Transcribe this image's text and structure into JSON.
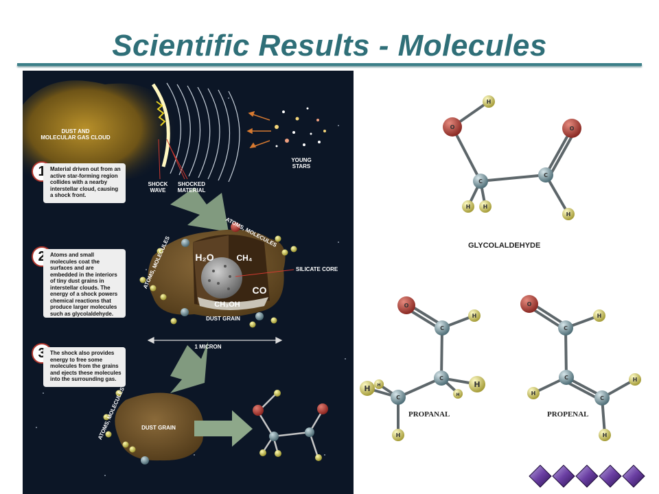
{
  "title": "Scientific Results - Molecules",
  "illustration": {
    "cloud_label": "DUST AND\nMOLECULAR GAS CLOUD",
    "young_stars": "YOUNG\nSTARS",
    "shock_wave": "SHOCK\nWAVE",
    "shocked_material": "SHOCKED\nMATERIAL",
    "step1_num": "1",
    "step1_text": "Material driven out from an active star-forming region collides with a nearby interstellar cloud, causing a shock front.",
    "step2_num": "2",
    "step2_text": "Atoms and small molecules coat the surfaces and are embedded in the interiors of tiny dust grains in interstellar clouds.  The energy of a shock powers chemical reactions that produce larger molecules such as glycolaldehyde.",
    "step3_num": "3",
    "step3_text": "The shock also provides energy to free some molecules from the grains and ejects these molecules into the surrounding gas.",
    "atoms_molecules": "ATOMS, MOLECULES",
    "h2o": "H₂O",
    "ch4": "CH₄",
    "co": "CO",
    "ch3oh": "CH₃OH",
    "silicate_core": "SILICATE CORE",
    "dust_grain": "DUST GRAIN",
    "micron": "1 MICRON"
  },
  "molecules": {
    "glycolaldehyde": {
      "label": "GLYCOLALDEHYDE"
    },
    "propanal": {
      "label": "PROPANAL"
    },
    "propenal": {
      "label": "PROPENAL"
    }
  },
  "atom_symbols": {
    "C": "C",
    "O": "O",
    "H": "H"
  },
  "colors": {
    "title": "#2f6f78",
    "oxygen": "#b03a35",
    "carbon": "#7d9aa3",
    "hydrogen": "#d8d070",
    "background_panel": "#0c1626",
    "nav_diamond": "#5a2f8c"
  },
  "nav": {
    "items": [
      "diamond-1",
      "diamond-2",
      "diamond-3",
      "diamond-4",
      "diamond-5"
    ]
  }
}
